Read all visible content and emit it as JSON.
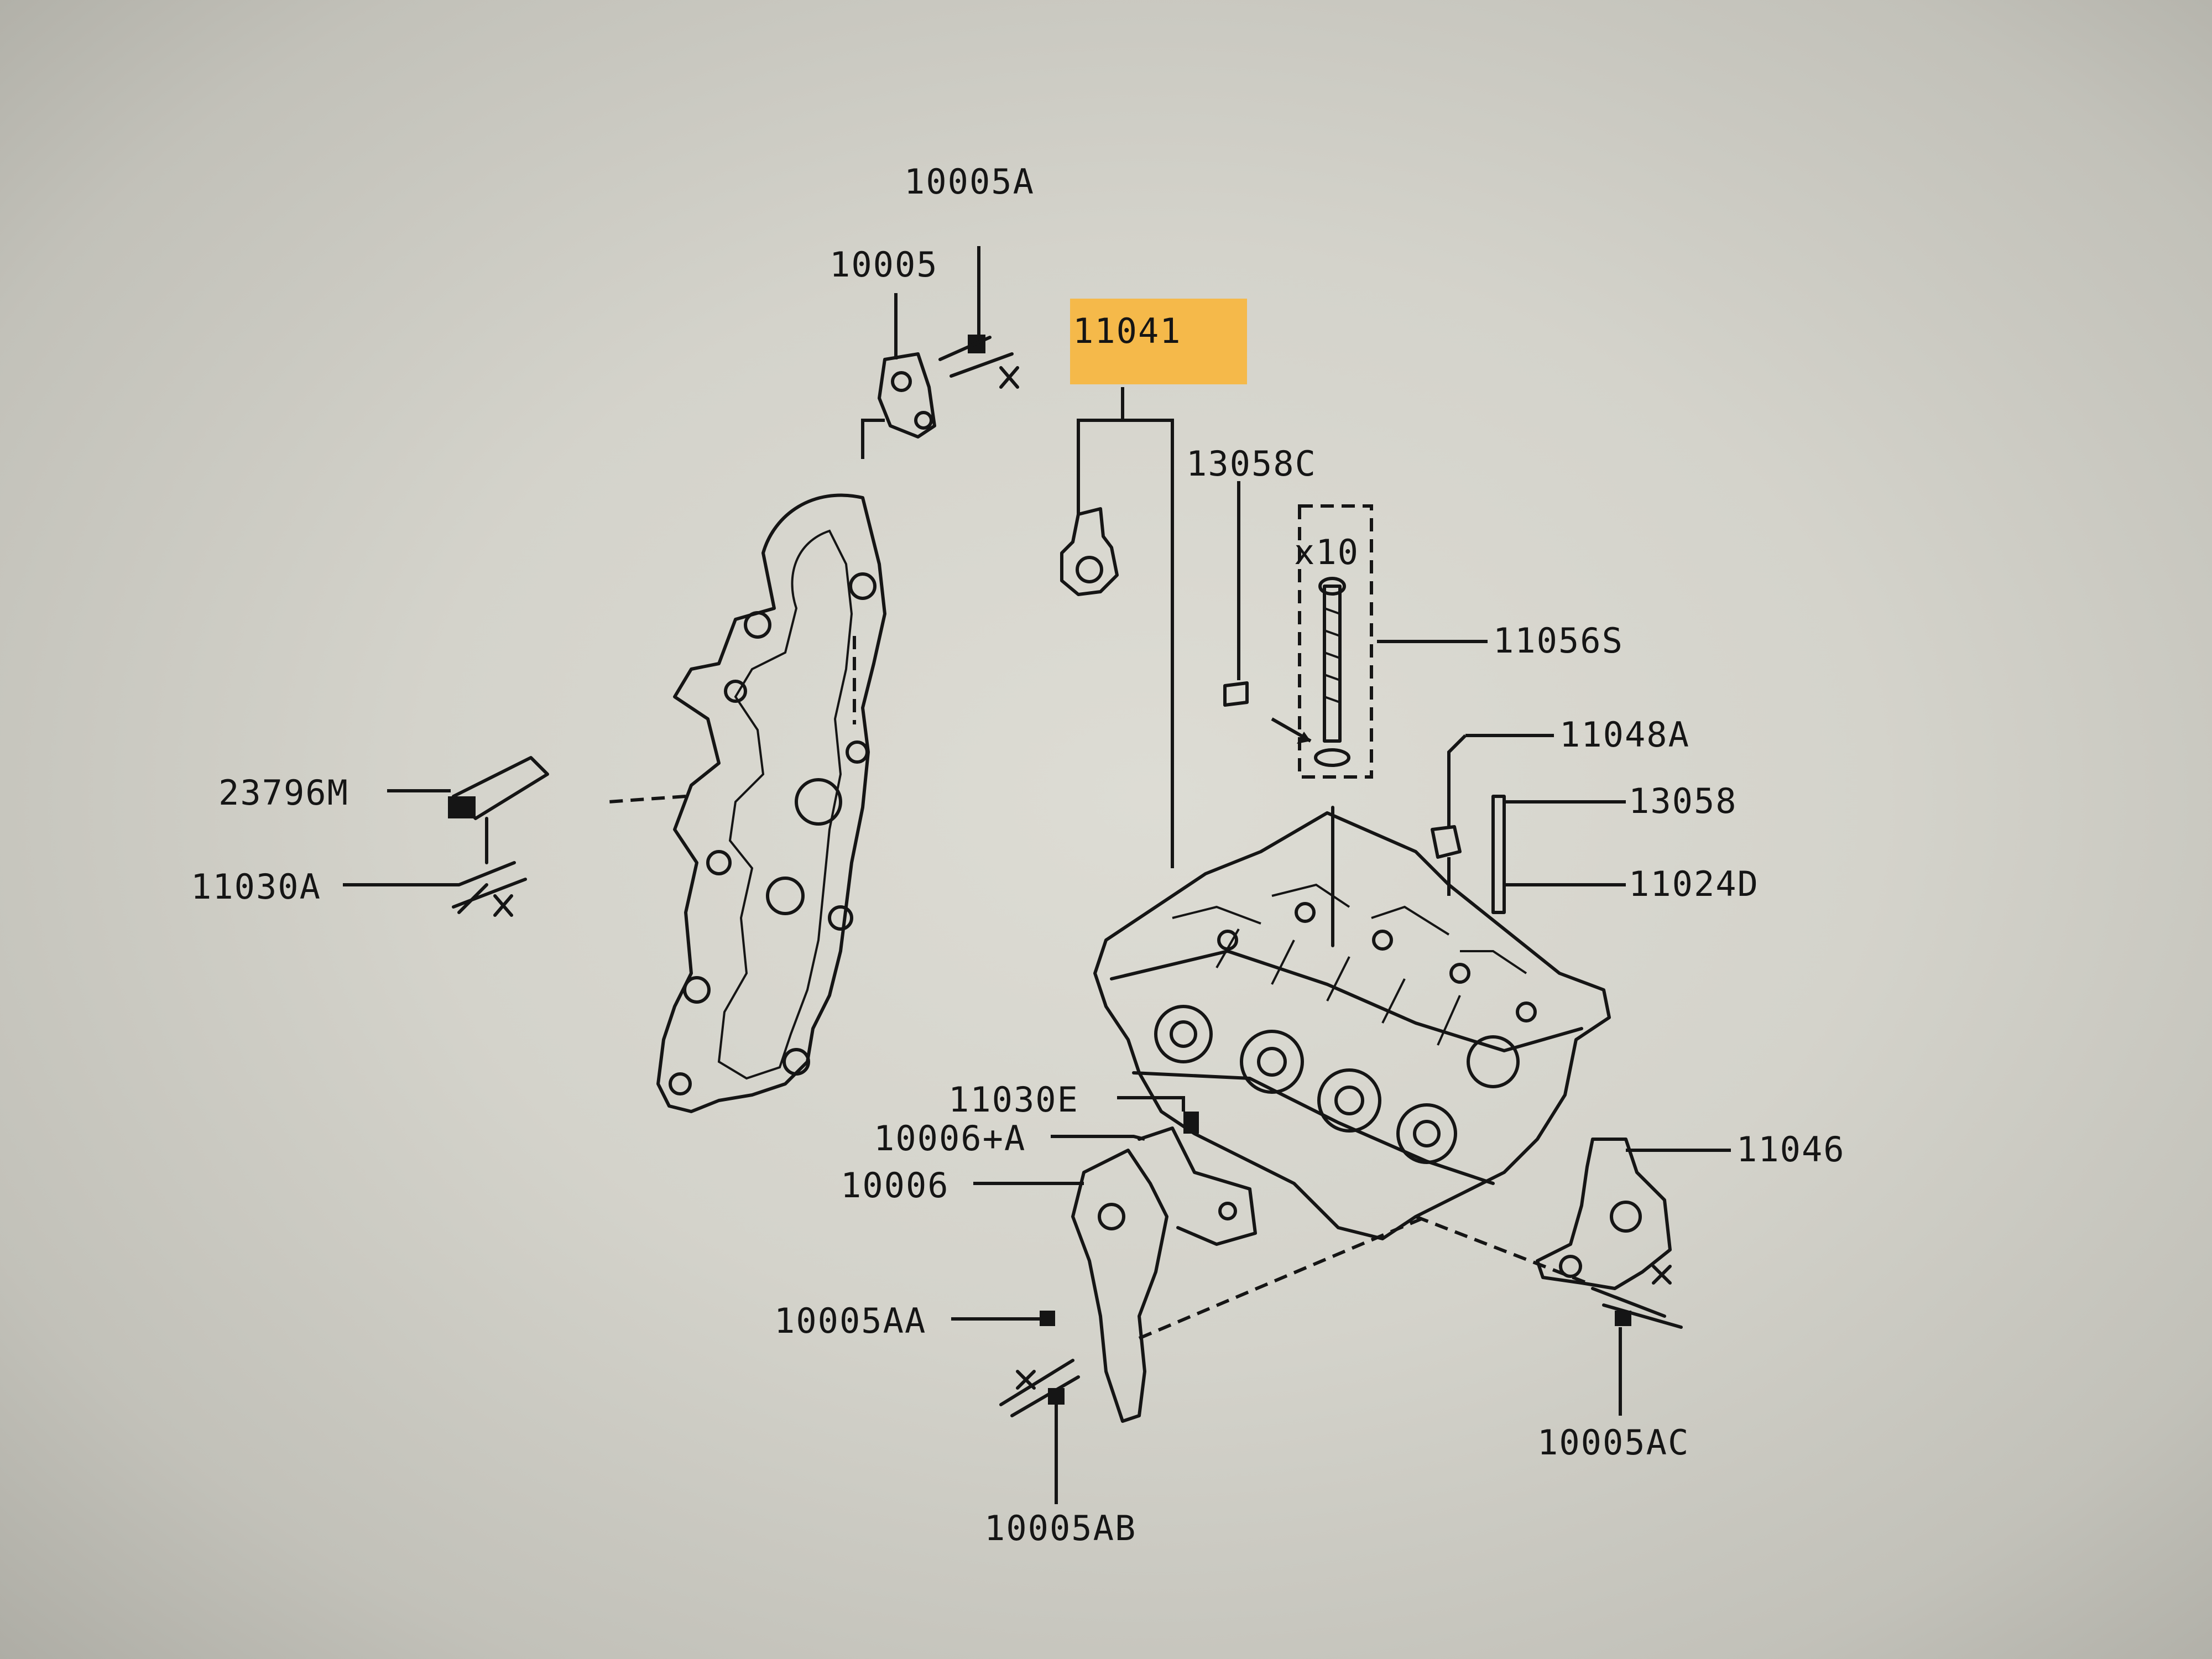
{
  "highlight_color": "#f5b94a",
  "ink_color": "#151515",
  "callouts": [
    {
      "id": "c10005a",
      "text": "10005A"
    },
    {
      "id": "c10005",
      "text": "10005"
    },
    {
      "id": "c11041",
      "text": "11041",
      "highlighted": true
    },
    {
      "id": "c13058c",
      "text": "13058C"
    },
    {
      "id": "cx10",
      "text": "x10"
    },
    {
      "id": "c11056s",
      "text": "11056S"
    },
    {
      "id": "c11048a",
      "text": "11048A"
    },
    {
      "id": "c13058",
      "text": "13058"
    },
    {
      "id": "c11024d",
      "text": "11024D"
    },
    {
      "id": "c23796m",
      "text": "23796M"
    },
    {
      "id": "c11030a",
      "text": "11030A"
    },
    {
      "id": "c11030e",
      "text": "11030E"
    },
    {
      "id": "c10006a",
      "text": "10006+A"
    },
    {
      "id": "c10006",
      "text": "10006"
    },
    {
      "id": "c11046",
      "text": "11046"
    },
    {
      "id": "c10005aa",
      "text": "10005AA"
    },
    {
      "id": "c10005ac",
      "text": "10005AC"
    },
    {
      "id": "c10005ab",
      "text": "10005AB"
    }
  ]
}
